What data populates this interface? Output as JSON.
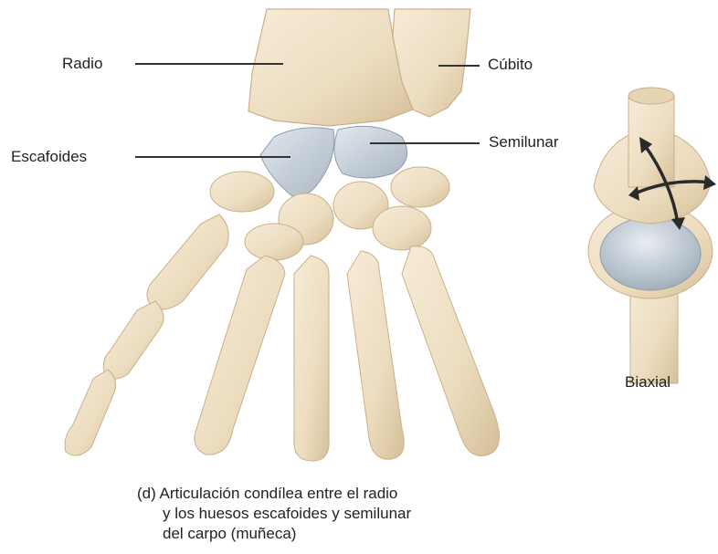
{
  "labels": {
    "radio": "Radio",
    "cubito": "Cúbito",
    "escafoides": "Escafoides",
    "semilunar": "Semilunar",
    "biaxial": "Biaxial"
  },
  "caption": {
    "line1": "(d) Articulación condílea entre el radio",
    "line2": "y los huesos escafoides y semilunar",
    "line3": "del carpo (muñeca)"
  },
  "colors": {
    "bone": "#efe0c6",
    "bone_shadow": "#d6bf99",
    "cartilage": "#c9d3dc",
    "leader": "#333333",
    "arrow": "#2a2a2a"
  }
}
